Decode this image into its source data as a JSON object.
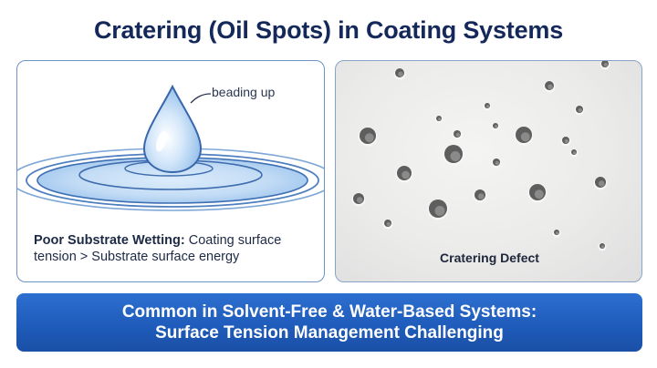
{
  "title": "Cratering (Oil Spots) in Coating Systems",
  "left_panel": {
    "callout": "beading up",
    "caption_bold": "Poor Substrate Wetting:",
    "caption_rest": " Coating surface tension > Substrate surface energy"
  },
  "right_panel": {
    "caption": "Cratering Defect"
  },
  "banner": {
    "line1": "Common in Solvent-Free & Water-Based Systems:",
    "line2": "Surface Tension Management Challenging"
  },
  "colors": {
    "title": "#14285a",
    "accent": "#2262c4",
    "panel_border": "#6f93c4",
    "water": "#a9ccf0"
  }
}
